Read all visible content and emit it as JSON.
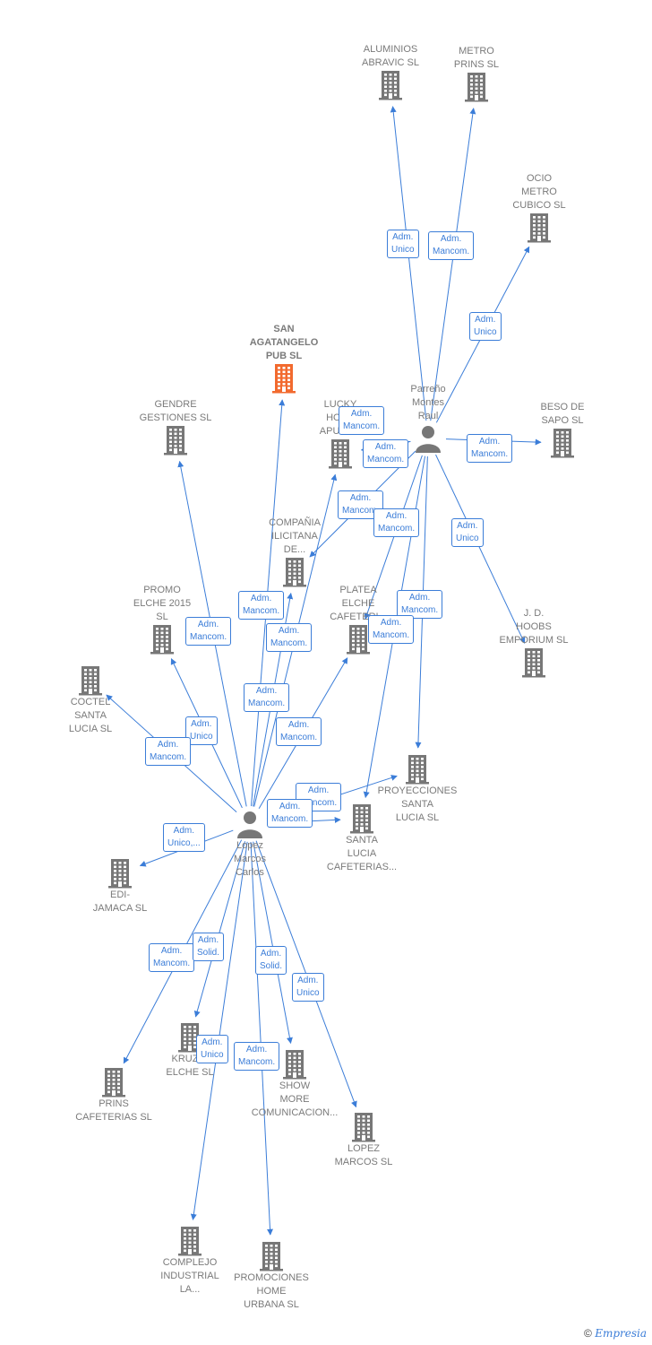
{
  "nodes": {
    "aluminios": {
      "label": "ALUMINIOS\nABRAVIC SL",
      "kind": "company"
    },
    "metro_prins": {
      "label": "METRO\nPRINS  SL",
      "kind": "company"
    },
    "ocio": {
      "label": "OCIO\nMETRO\nCUBICO SL",
      "kind": "company"
    },
    "san_agatangelo": {
      "label": "SAN\nAGATANGELO\nPUB  SL",
      "kind": "company",
      "focus": true
    },
    "gendre": {
      "label": "GENDRE\nGESTIONES SL",
      "kind": "company"
    },
    "lucky": {
      "label": "LUCKY\nHOL...\nAPUES...",
      "kind": "company"
    },
    "beso": {
      "label": "BESO DE\nSAPO  SL",
      "kind": "company"
    },
    "parreno": {
      "label": "Parreño\nMontes\nRaul",
      "kind": "person"
    },
    "compania": {
      "label": "COMPAÑIA\nILICITANA\nDE...",
      "kind": "company"
    },
    "promo": {
      "label": "PROMO\nELCHE 2015\nSL",
      "kind": "company"
    },
    "platea": {
      "label": "PLATEA\nELCHE\nCAFETERI...",
      "kind": "company"
    },
    "jd_hoobs": {
      "label": "J.  D.\nHOOBS\nEMPORIUM SL",
      "kind": "company"
    },
    "coctel": {
      "label": "COCTEL\nSANTA\nLUCIA  SL",
      "kind": "company"
    },
    "proyecciones": {
      "label": "PROYECCIONES\nSANTA\nLUCIA  SL",
      "kind": "company"
    },
    "santa_lucia_caf": {
      "label": "SANTA\nLUCIA\nCAFETERIAS...",
      "kind": "company"
    },
    "lopez_marcos_carlos": {
      "label": "Lopez\nMarcos\nCarlos",
      "kind": "person"
    },
    "edi_jamaca": {
      "label": "EDI-\nJAMACA SL",
      "kind": "company"
    },
    "prins_caf": {
      "label": "PRINS\nCAFETERIAS SL",
      "kind": "company"
    },
    "kruzin": {
      "label": "KRUZIN\nELCHE  SL",
      "kind": "company"
    },
    "show_more": {
      "label": "SHOW\nMORE\nCOMUNICACION...",
      "kind": "company"
    },
    "lopez_marcos_sl": {
      "label": "LOPEZ\nMARCOS SL",
      "kind": "company"
    },
    "complejo": {
      "label": "COMPLEJO\nINDUSTRIAL\nLA...",
      "kind": "company"
    },
    "promociones": {
      "label": "PROMOCIONES\nHOME\nURBANA  SL",
      "kind": "company"
    }
  },
  "relations": [
    {
      "id": "r1",
      "label": "Adm.\nUnico"
    },
    {
      "id": "r2",
      "label": "Adm.\nMancom."
    },
    {
      "id": "r3",
      "label": "Adm.\nUnico"
    },
    {
      "id": "r4",
      "label": "Adm.\nMancom."
    },
    {
      "id": "r5",
      "label": "Adm.\nMancom."
    },
    {
      "id": "r6",
      "label": "Adm.\nMancom."
    },
    {
      "id": "r7",
      "label": "Adm.\nMancom."
    },
    {
      "id": "r8",
      "label": "Adm.\nMancom."
    },
    {
      "id": "r9",
      "label": "Adm.\nUnico"
    },
    {
      "id": "r10",
      "label": "Adm.\nMancom."
    },
    {
      "id": "r11",
      "label": "Adm.\nMancom."
    },
    {
      "id": "r12",
      "label": "Adm.\nMancom."
    },
    {
      "id": "r13",
      "label": "Adm.\nMancom."
    },
    {
      "id": "r14",
      "label": "Adm.\nMancom."
    },
    {
      "id": "r15",
      "label": "Adm.\nMancom."
    },
    {
      "id": "r16",
      "label": "Adm.\nUnico"
    },
    {
      "id": "r17",
      "label": "Adm.\nMancom."
    },
    {
      "id": "r18",
      "label": "Adm.\nMancom."
    },
    {
      "id": "r19",
      "label": "Adm.\nMancom."
    },
    {
      "id": "r20",
      "label": "Adm.\nMancom."
    },
    {
      "id": "r21",
      "label": "Adm.\nUnico,..."
    },
    {
      "id": "r22",
      "label": "Adm.\nMancom."
    },
    {
      "id": "r23",
      "label": "Adm.\nSolid."
    },
    {
      "id": "r24",
      "label": "Adm.\nSolid."
    },
    {
      "id": "r25",
      "label": "Adm.\nUnico"
    },
    {
      "id": "r26",
      "label": "Adm.\nUnico"
    },
    {
      "id": "r27",
      "label": "Adm.\nMancom."
    }
  ],
  "copyright": {
    "symbol": "©",
    "brand": "Empresia"
  },
  "colors": {
    "edge": "#3b7dd8",
    "company": "#777777",
    "focus": "#f26a2e",
    "person": "#777777"
  }
}
